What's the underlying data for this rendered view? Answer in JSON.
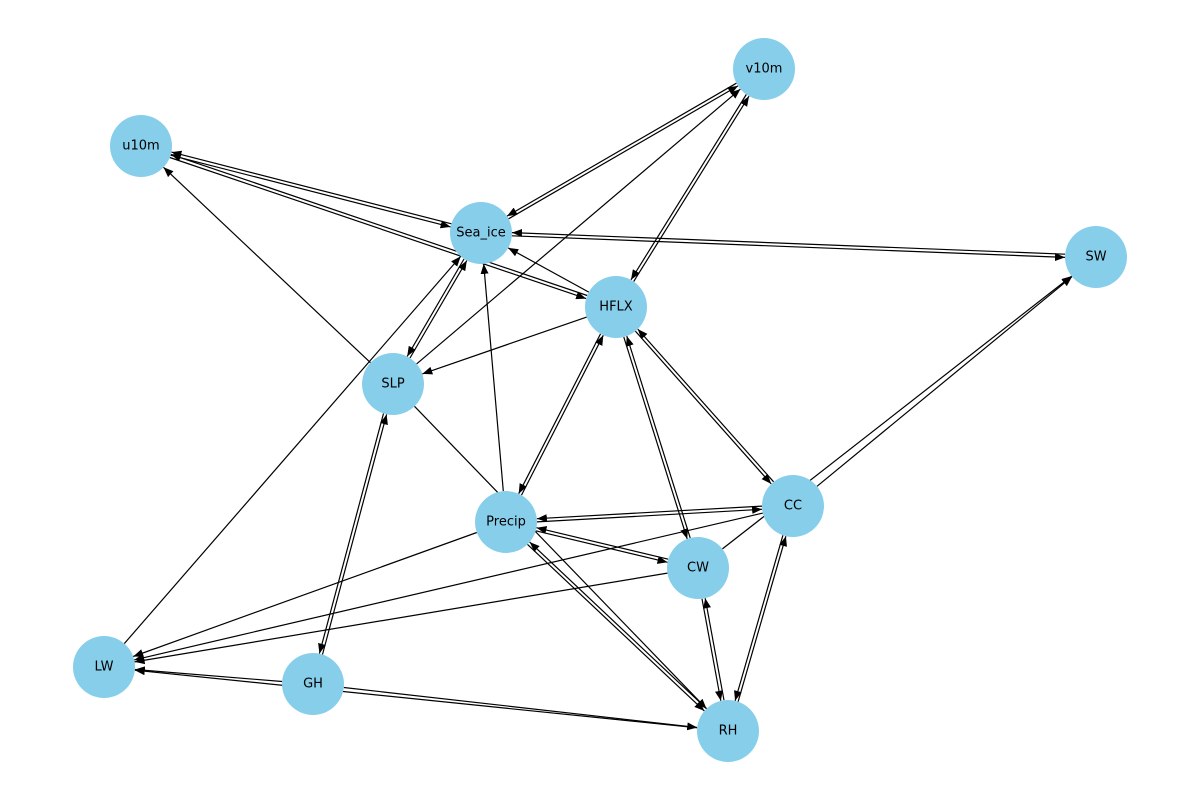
{
  "colors": {
    "node_fill": "#87CEEB",
    "edge": "#000000",
    "label": "#000000",
    "background": "#ffffff"
  },
  "nodes": [
    {
      "id": "v10m",
      "label": "v10m"
    },
    {
      "id": "u10m",
      "label": "u10m"
    },
    {
      "id": "Sea_ice",
      "label": "Sea_ice"
    },
    {
      "id": "SW",
      "label": "SW"
    },
    {
      "id": "HFLX",
      "label": "HFLX"
    },
    {
      "id": "SLP",
      "label": "SLP"
    },
    {
      "id": "CC",
      "label": "CC"
    },
    {
      "id": "Precip",
      "label": "Precip"
    },
    {
      "id": "CW",
      "label": "CW"
    },
    {
      "id": "LW",
      "label": "LW"
    },
    {
      "id": "GH",
      "label": "GH"
    },
    {
      "id": "RH",
      "label": "RH"
    }
  ],
  "edges": [
    {
      "from": "u10m",
      "to": "Sea_ice"
    },
    {
      "from": "Sea_ice",
      "to": "u10m"
    },
    {
      "from": "u10m",
      "to": "HFLX"
    },
    {
      "from": "HFLX",
      "to": "u10m"
    },
    {
      "from": "SLP",
      "to": "u10m"
    },
    {
      "from": "v10m",
      "to": "Sea_ice"
    },
    {
      "from": "Sea_ice",
      "to": "v10m"
    },
    {
      "from": "SLP",
      "to": "v10m"
    },
    {
      "from": "v10m",
      "to": "HFLX"
    },
    {
      "from": "HFLX",
      "to": "v10m"
    },
    {
      "from": "Sea_ice",
      "to": "SW"
    },
    {
      "from": "SW",
      "to": "Sea_ice"
    },
    {
      "from": "HFLX",
      "to": "Sea_ice"
    },
    {
      "from": "Sea_ice",
      "to": "SLP"
    },
    {
      "from": "SLP",
      "to": "Sea_ice"
    },
    {
      "from": "Precip",
      "to": "Sea_ice"
    },
    {
      "from": "LW",
      "to": "Sea_ice"
    },
    {
      "from": "HFLX",
      "to": "SLP"
    },
    {
      "from": "HFLX",
      "to": "Precip"
    },
    {
      "from": "Precip",
      "to": "HFLX"
    },
    {
      "from": "HFLX",
      "to": "CC"
    },
    {
      "from": "CC",
      "to": "HFLX"
    },
    {
      "from": "HFLX",
      "to": "CW"
    },
    {
      "from": "CW",
      "to": "HFLX"
    },
    {
      "from": "SLP",
      "to": "GH"
    },
    {
      "from": "GH",
      "to": "SLP"
    },
    {
      "from": "SLP",
      "to": "RH"
    },
    {
      "from": "CC",
      "to": "SW"
    },
    {
      "from": "CW",
      "to": "SW"
    },
    {
      "from": "Precip",
      "to": "CC"
    },
    {
      "from": "CC",
      "to": "Precip"
    },
    {
      "from": "Precip",
      "to": "CW"
    },
    {
      "from": "CW",
      "to": "Precip"
    },
    {
      "from": "Precip",
      "to": "RH"
    },
    {
      "from": "RH",
      "to": "Precip"
    },
    {
      "from": "Precip",
      "to": "LW"
    },
    {
      "from": "CC",
      "to": "LW"
    },
    {
      "from": "CW",
      "to": "LW"
    },
    {
      "from": "CC",
      "to": "RH"
    },
    {
      "from": "RH",
      "to": "CC"
    },
    {
      "from": "CW",
      "to": "RH"
    },
    {
      "from": "RH",
      "to": "CW"
    },
    {
      "from": "GH",
      "to": "RH"
    },
    {
      "from": "RH",
      "to": "LW"
    },
    {
      "from": "GH",
      "to": "LW"
    }
  ]
}
